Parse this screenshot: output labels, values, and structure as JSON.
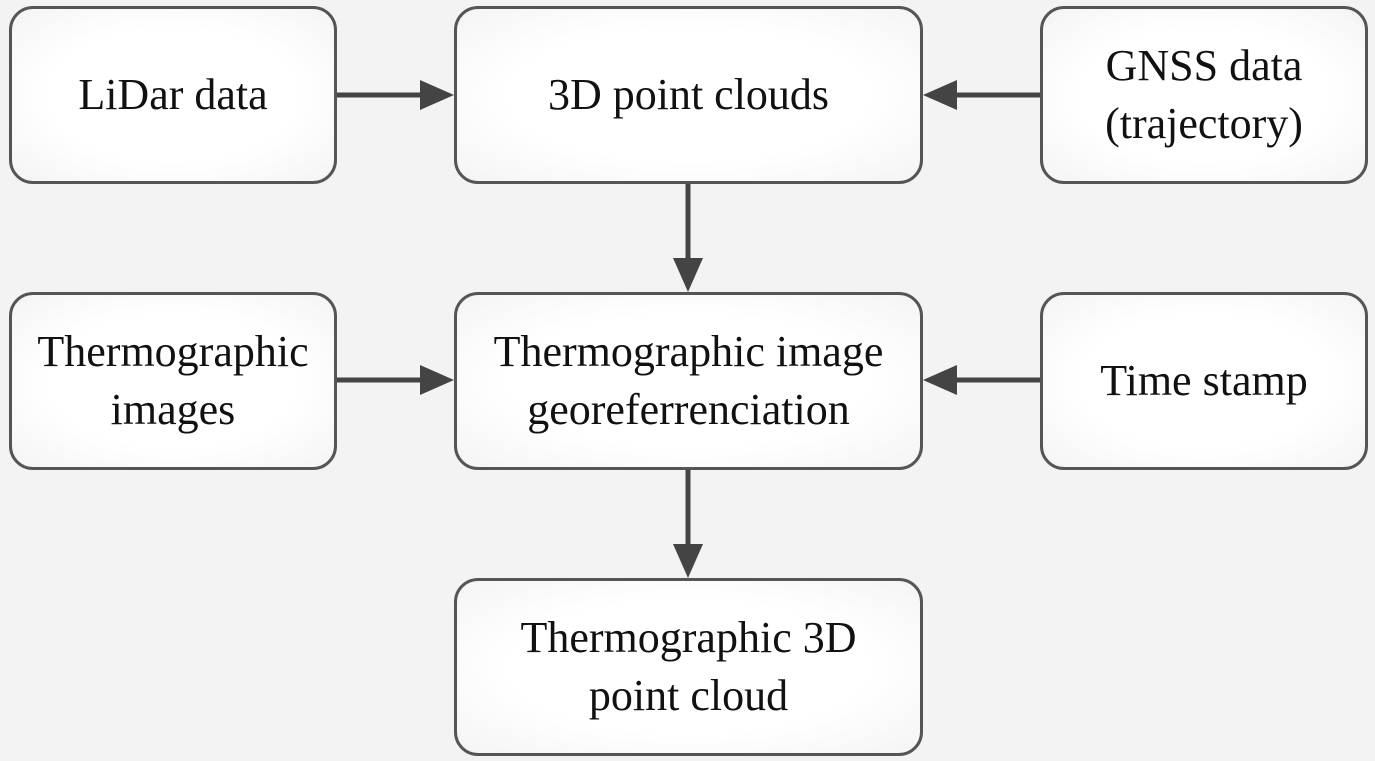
{
  "diagram": {
    "colors": {
      "background": "#f3f3f3",
      "border": "#555555",
      "arrow": "#444444",
      "text": "#111111"
    },
    "nodes": {
      "lidar": "LiDar data",
      "point_clouds": "3D point clouds",
      "gnss": "GNSS data\n(trajectory)",
      "thermographic_images": "Thermographic\nimages",
      "georeferencing": "Thermographic image\ngeoreferrenciation",
      "time_stamp": "Time stamp",
      "result": "Thermographic 3D\npoint cloud"
    },
    "edges": [
      {
        "from": "lidar",
        "to": "point_clouds"
      },
      {
        "from": "gnss",
        "to": "point_clouds"
      },
      {
        "from": "point_clouds",
        "to": "georeferencing"
      },
      {
        "from": "thermographic_images",
        "to": "georeferencing"
      },
      {
        "from": "time_stamp",
        "to": "georeferencing"
      },
      {
        "from": "georeferencing",
        "to": "result"
      }
    ]
  }
}
